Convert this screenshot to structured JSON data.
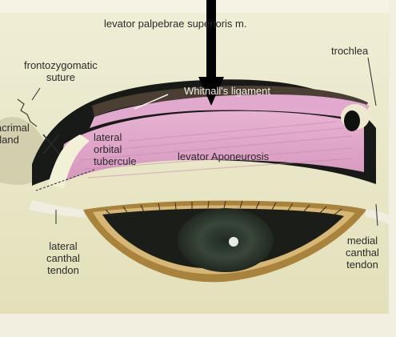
{
  "figure": {
    "labels": {
      "levator_palpebrae": "levator palpebrae superioris m.",
      "trochlea": "trochlea",
      "frontozygomatic_suture": "frontozygomatic\nsuture",
      "whitnalls_ligament": "Whitnall's ligament",
      "lacrimal_gland": "lacrimal\ngland",
      "lateral_orbital_tubercule": "lateral\norbital\ntubercule",
      "levator_aponeurosis": "levator Aponeurosis",
      "lateral_canthal_tendon": "lateral\ncanthal\ntendon",
      "medial_canthal_tendon": "medial\ncanthal\ntendon"
    }
  },
  "colors": {
    "bone": "#e9e6c2",
    "bone_shadow": "#b9b48a",
    "orbit_dark": "#181b17",
    "aponeurosis_pink": "#dba3c6",
    "ligament_pink": "#e2a9cf",
    "muscle_dark": "#4b3e33",
    "lid_margin": "#a9823c",
    "iris": "#3f4a3e",
    "pointer_arrow": "#000000"
  }
}
